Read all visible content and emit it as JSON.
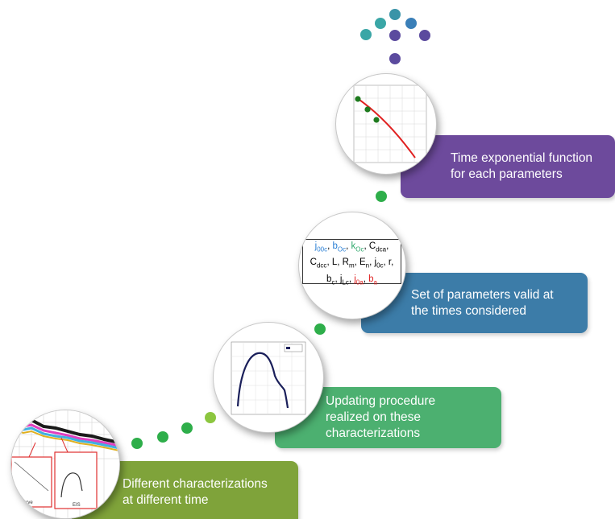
{
  "steps": [
    {
      "id": "step1",
      "lines": [
        "Different characterizations",
        "at different time"
      ],
      "color": "#7fa33a"
    },
    {
      "id": "step2",
      "lines": [
        "Updating procedure",
        "realized on these",
        "characterizations"
      ],
      "color": "#4cb070"
    },
    {
      "id": "step3",
      "lines": [
        "Set of parameters valid at",
        "the times considered"
      ],
      "color": "#3c7ca8"
    },
    {
      "id": "step4",
      "lines": [
        "Time exponential function",
        "for each parameters"
      ],
      "color": "#6d4a9c"
    }
  ],
  "parameters": {
    "line1": [
      {
        "base": "j",
        "sub": "00c",
        "color": "#2a7fd4",
        "sep": ", "
      },
      {
        "base": "b",
        "sub": "Oc",
        "color": "#2a7fd4",
        "sep": ", "
      },
      {
        "base": "k",
        "sub": "Oc",
        "color": "#2ea86b",
        "sep": ", "
      },
      {
        "base": "C",
        "sub": "dca",
        "color": "#000000",
        "sep": ","
      }
    ],
    "line2": [
      {
        "base": "C",
        "sub": "dcc",
        "color": "#000000",
        "sep": ", "
      },
      {
        "base": "L",
        "sub": "",
        "color": "#000000",
        "sep": ", "
      },
      {
        "base": "R",
        "sub": "m",
        "color": "#000000",
        "sep": ", "
      },
      {
        "base": "E",
        "sub": "n",
        "color": "#000000",
        "sep": ", "
      },
      {
        "base": "j",
        "sub": "0c",
        "color": "#000000",
        "sep": ", "
      },
      {
        "base": "r",
        "sub": "",
        "color": "#000000",
        "sep": ","
      }
    ],
    "line3": [
      {
        "base": "b",
        "sub": "c",
        "color": "#000000",
        "sep": ", "
      },
      {
        "base": "j",
        "sub": "Lc",
        "color": "#000000",
        "sep": ", "
      },
      {
        "base": "j",
        "sub": "0a",
        "color": "#e02020",
        "sep": ", "
      },
      {
        "base": "b",
        "sub": "a",
        "color": "#e02020",
        "sep": ""
      }
    ]
  },
  "thumbnail_labels": {
    "inset_left": "curve",
    "inset_right": "EIS"
  },
  "colors": {
    "teal": "#3aa6a6",
    "blue": "#3a7fb8",
    "purple": "#5b4a9e",
    "green": "#2eae4a",
    "lime": "#8cc63f"
  }
}
